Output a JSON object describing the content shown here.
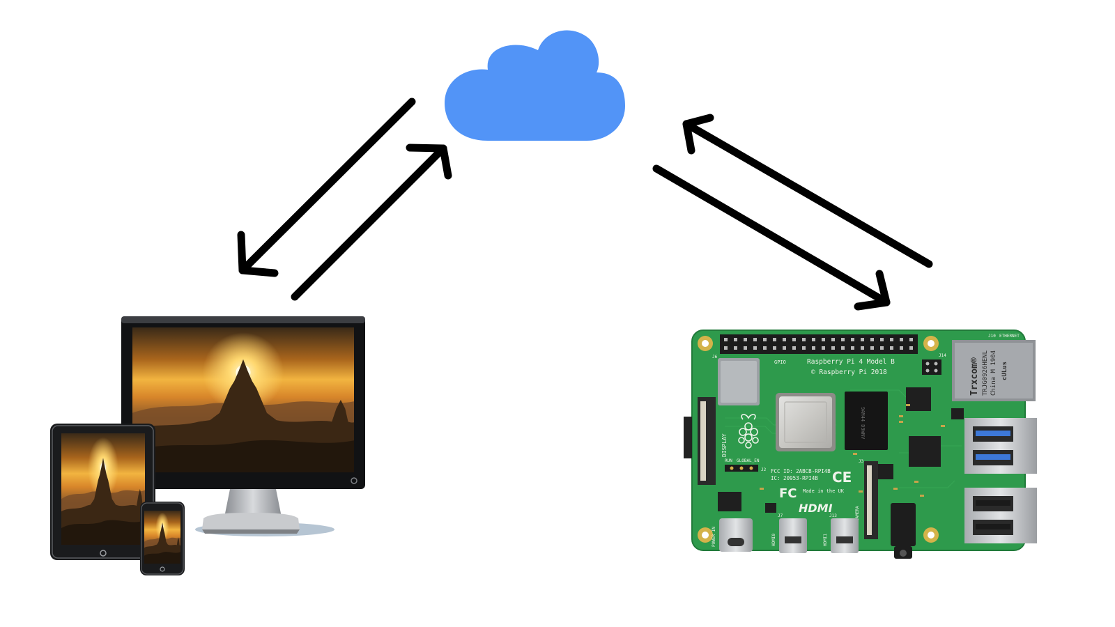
{
  "colors": {
    "background": "#ffffff",
    "cloud": "#5294f7",
    "arrow": "#000000",
    "pcb": "#2e9a4c",
    "sunset": "#e8a030"
  },
  "nodes": {
    "cloud": {
      "icon": "cloud-icon"
    },
    "devices": {
      "icon": "devices-icon"
    },
    "raspberry_pi": {
      "icon": "raspberry-pi-board-icon",
      "silkscreen": {
        "model": "Raspberry Pi 4 Model B",
        "copyright": "© Raspberry Pi 2018",
        "gpio": "GPIO",
        "display": "DISPLAY",
        "run": "RUN",
        "global_en": "GLOBAL_EN",
        "fcc_id": "FCC ID: 2ABCB-RPI4B",
        "ic": "IC: 20953-RPI4B",
        "made_in": "Made in the UK",
        "hdmi_logo": "HDMI",
        "camera": "CAMERA",
        "power_in": "POWER IN",
        "hdmi0": "HDMI0",
        "hdmi1": "HDMI1",
        "j14": "J14",
        "j2": "J2",
        "j3": "J3",
        "j6": "J6",
        "j7": "J7",
        "j10": "J10",
        "j13": "J13",
        "ethernet": "ETHERNET",
        "jack_brand": "Trxcom®",
        "jack_part": "TRJG0926HENL",
        "jack_origin": "China M 1904",
        "jack_mark": "cULus",
        "ce": "CE",
        "fc": "FC",
        "chip_mark": "9AM44 D9WNV"
      }
    }
  },
  "edges": [
    {
      "from": "cloud",
      "to": "devices"
    },
    {
      "from": "devices",
      "to": "cloud"
    },
    {
      "from": "raspberry_pi",
      "to": "cloud"
    },
    {
      "from": "cloud",
      "to": "raspberry_pi"
    }
  ]
}
